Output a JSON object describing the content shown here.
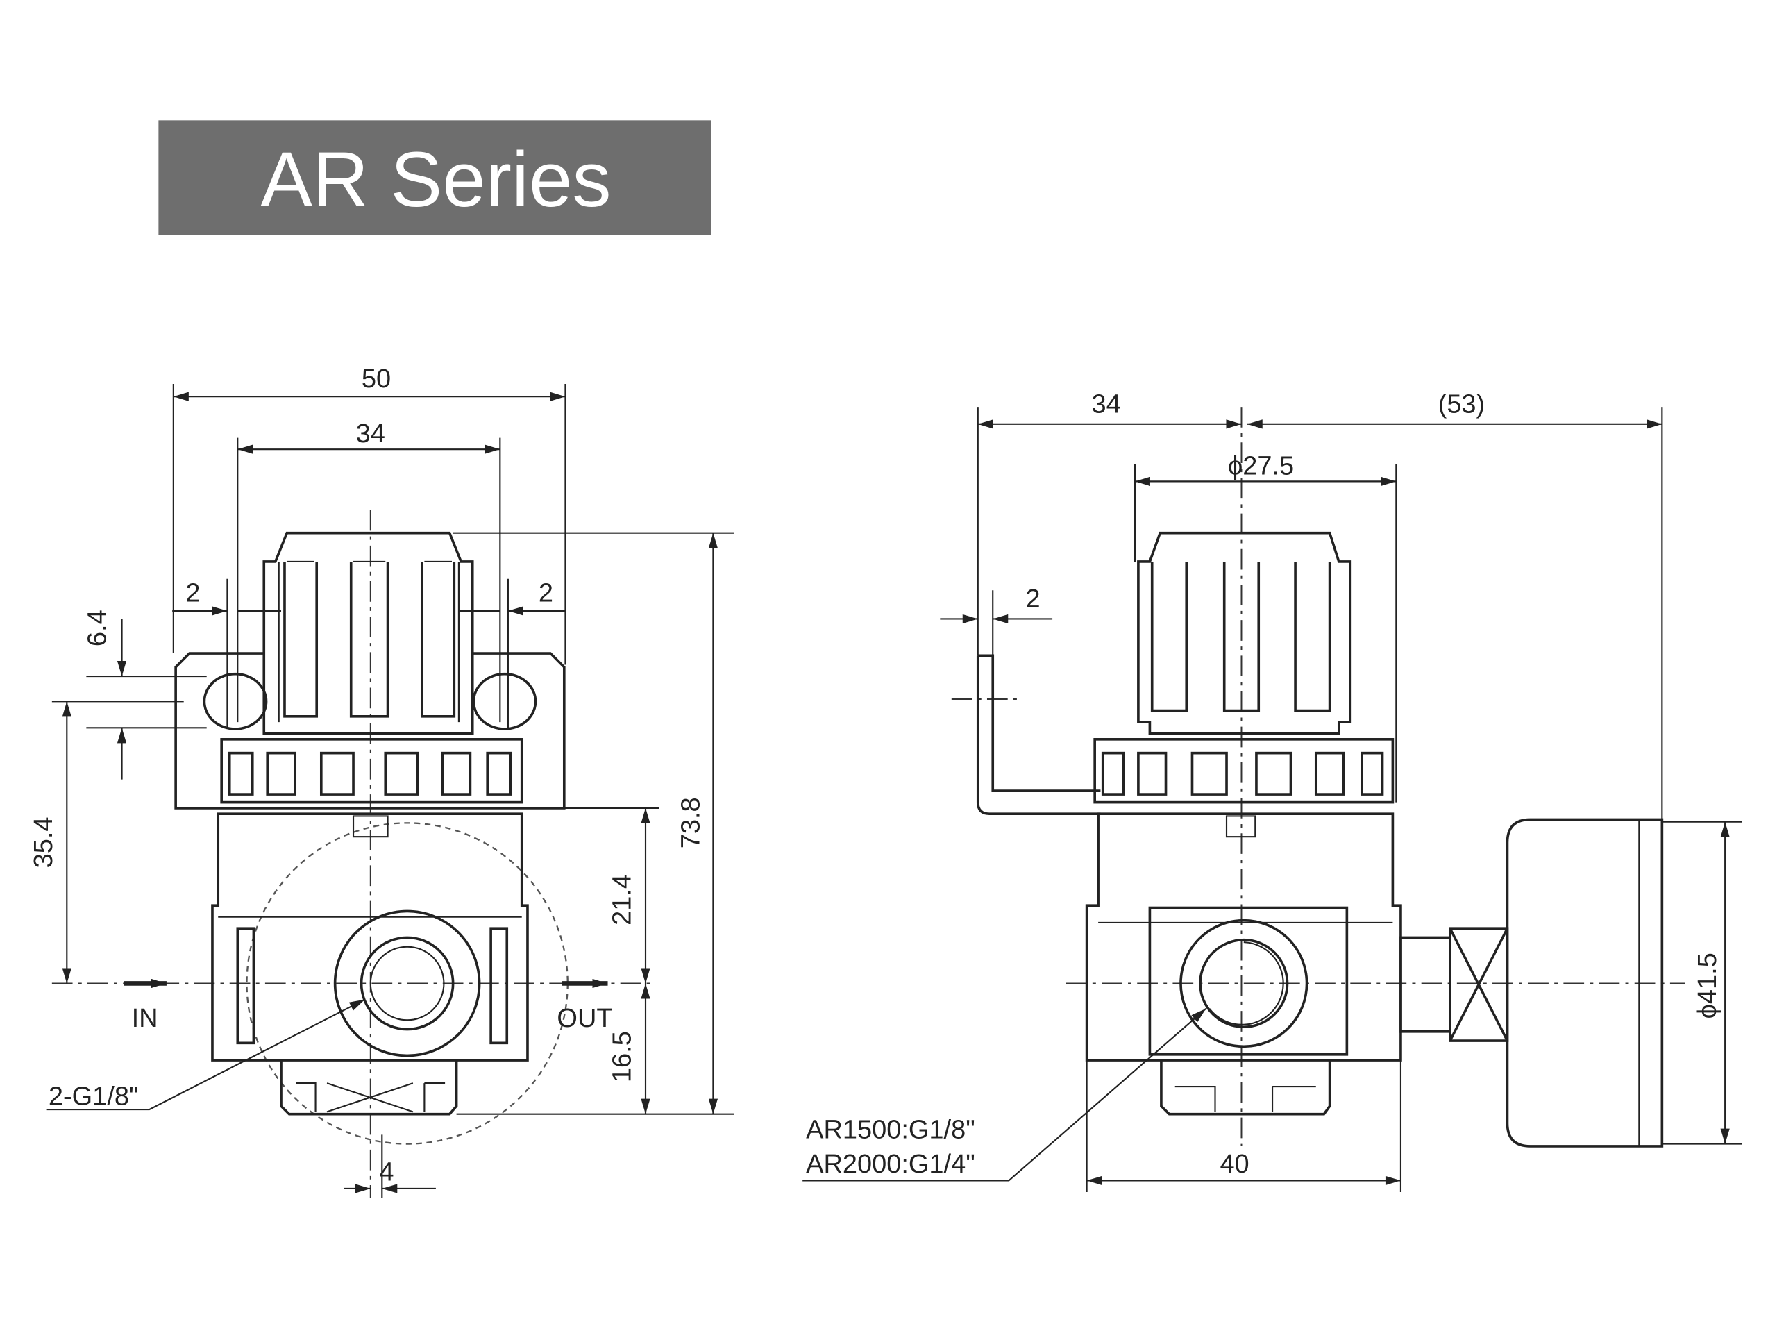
{
  "title": "AR Series",
  "colors": {
    "title_bg": "#6e6e6e",
    "line": "#222222"
  },
  "front_view": {
    "dim_width_overall": "50",
    "dim_knob_width": "34",
    "dim_left_gap": "2",
    "dim_right_gap": "2",
    "dim_hole": "6.4",
    "dim_hole_to_center": "35.4",
    "dim_upper_to_center": "21.4",
    "dim_center_to_bottom": "16.5",
    "dim_height_overall": "73.8",
    "dim_offset": "4",
    "label_in": "IN",
    "label_out": "OUT",
    "port_note": "2-G1/8\""
  },
  "side_view": {
    "dim_bracket_to_center": "34",
    "dim_center_to_gauge": "(53)",
    "dim_knob_diameter": "ϕ27.5",
    "dim_bracket_thickness": "2",
    "dim_gauge_diameter": "ϕ41.5",
    "dim_body_width": "40",
    "port_note_1": "AR1500:G1/8\"",
    "port_note_2": "AR2000:G1/4\""
  }
}
